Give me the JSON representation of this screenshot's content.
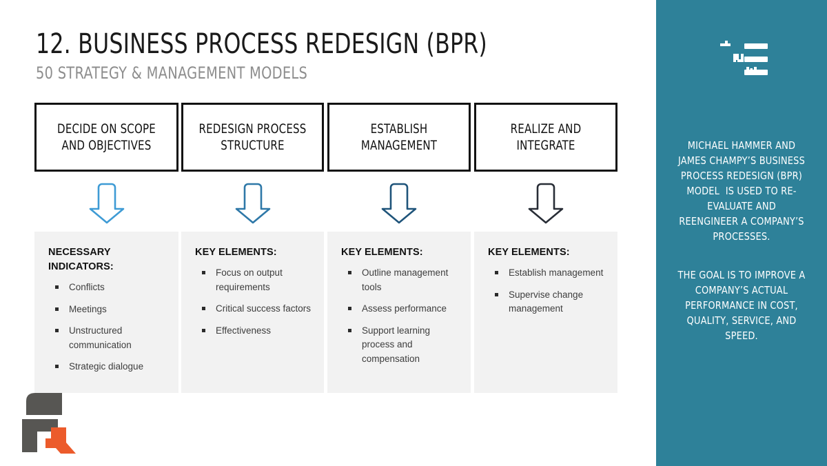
{
  "header": {
    "title": "12. BUSINESS PROCESS REDESIGN (BPR)",
    "subtitle": "50 STRATEGY & MANAGEMENT MODELS"
  },
  "colors": {
    "sidebar_teal": "#2E8199",
    "panel_gray": "#F2F2F2",
    "box_border": "#111111",
    "subtitle_gray": "#8D8D8D",
    "arrow_1": "#3E9BD5",
    "arrow_2": "#2E78A8",
    "arrow_3": "#1F547A",
    "arrow_4": "#282D36",
    "logo_gray": "#575653",
    "logo_orange": "#EC5B2B"
  },
  "stages": [
    {
      "label": "DECIDE ON SCOPE AND OBJECTIVES",
      "arrow_icon": "down-arrow-icon"
    },
    {
      "label": "REDESIGN PROCESS STRUCTURE",
      "arrow_icon": "down-arrow-icon"
    },
    {
      "label": "ESTABLISH MANAGEMENT",
      "arrow_icon": "down-arrow-icon"
    },
    {
      "label": "REALIZE AND INTEGRATE",
      "arrow_icon": "down-arrow-icon"
    }
  ],
  "panels": [
    {
      "heading": "NECESSARY INDICATORS:",
      "items": [
        "Conflicts",
        "Meetings",
        "Unstructured communication",
        "Strategic dialogue"
      ]
    },
    {
      "heading": "KEY ELEMENTS:",
      "items": [
        "Focus on output requirements",
        "Critical success factors",
        "Effectiveness"
      ]
    },
    {
      "heading": "KEY ELEMENTS:",
      "items": [
        "Outline management tools",
        "Assess performance",
        "Support learning process and compensation"
      ]
    },
    {
      "heading": "KEY ELEMENTS:",
      "items": [
        "Establish management",
        "Supervise change management"
      ]
    }
  ],
  "sidebar": {
    "logo_icon": "numbered-list-icon",
    "paragraph_1": "MICHAEL HAMMER AND JAMES CHAMPY’S BUSINESS PROCESS REDESIGN (BPR) MODEL  IS USED TO RE-EVALUATE AND REENGINEER A COMPANY’S PROCESSES.",
    "paragraph_2": "THE GOAL IS TO IMPROVE A COMPANY’S ACTUAL PERFORMANCE IN COST, QUALITY, SERVICE, AND SPEED."
  },
  "brand": {
    "logo_icon": "fr-brand-logo"
  }
}
